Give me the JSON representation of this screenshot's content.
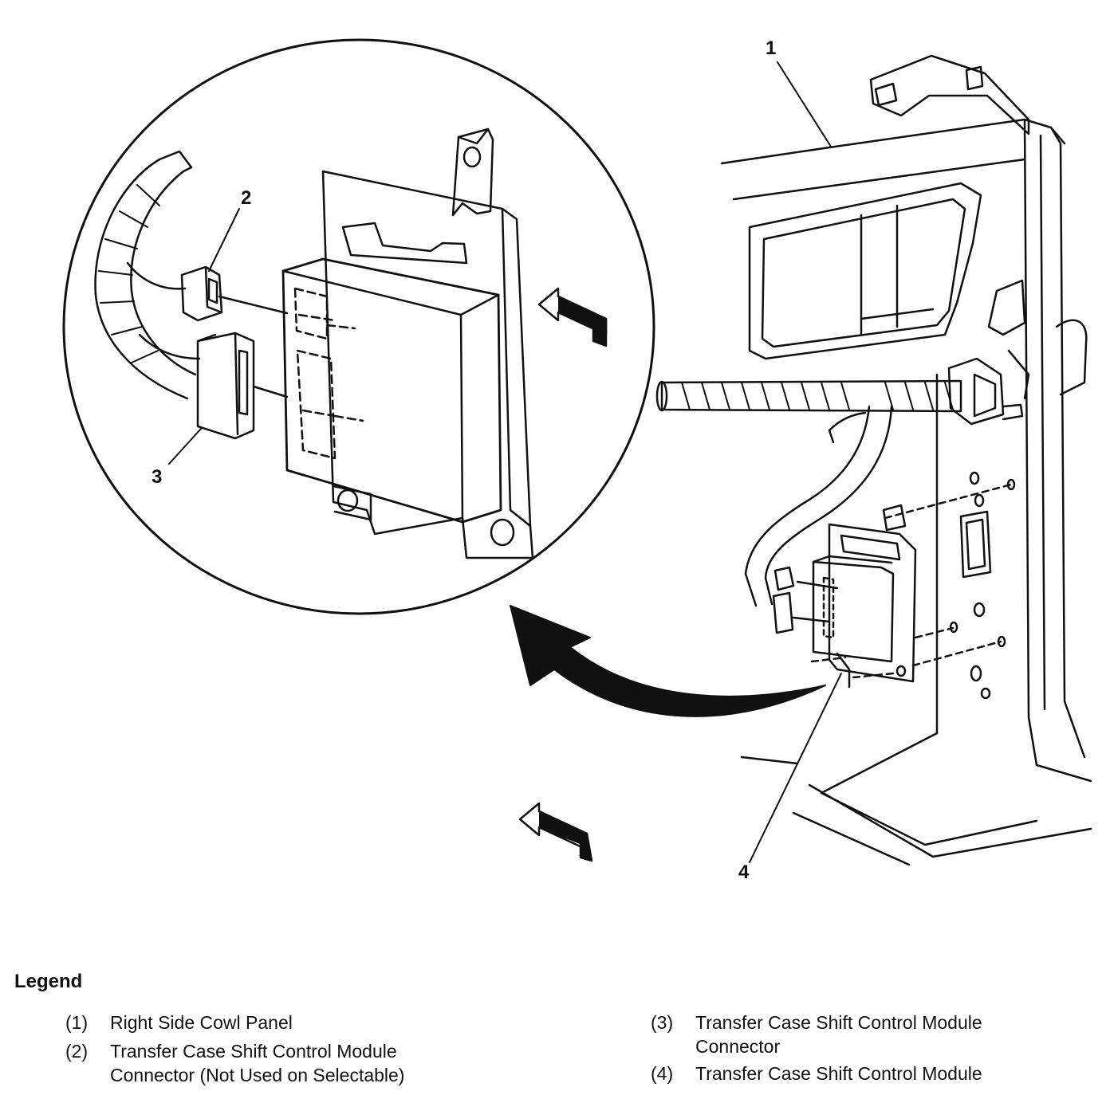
{
  "callouts": [
    "1",
    "2",
    "3",
    "4"
  ],
  "legend": {
    "title": "Legend",
    "items": [
      {
        "num": "(1)",
        "text": "Right Side Cowl Panel"
      },
      {
        "num": "(2)",
        "text": "Transfer Case Shift Control Module\nConnector (Not Used on Selectable)"
      },
      {
        "num": "(3)",
        "text": "Transfer Case Shift Control Module\nConnector"
      },
      {
        "num": "(4)",
        "text": "Transfer Case Shift Control Module"
      }
    ]
  }
}
